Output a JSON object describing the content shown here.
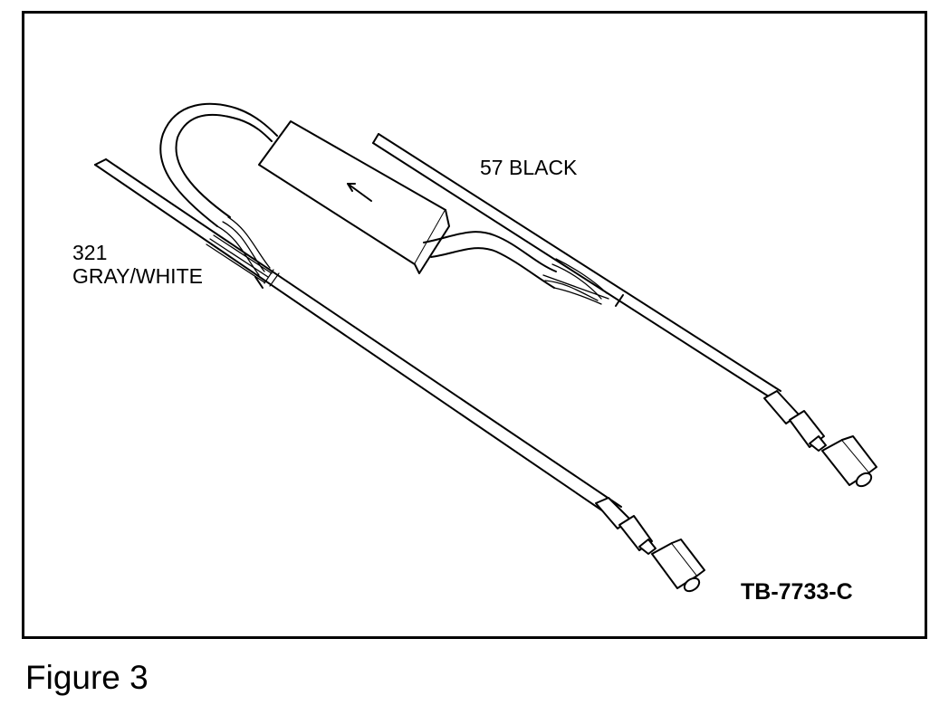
{
  "figure": {
    "caption": "Figure 3",
    "code": "TB-7733-C",
    "labels": {
      "black_wire": "57 BLACK",
      "gray_wire_num": "321",
      "gray_wire_color": "GRAY/WHITE"
    }
  }
}
